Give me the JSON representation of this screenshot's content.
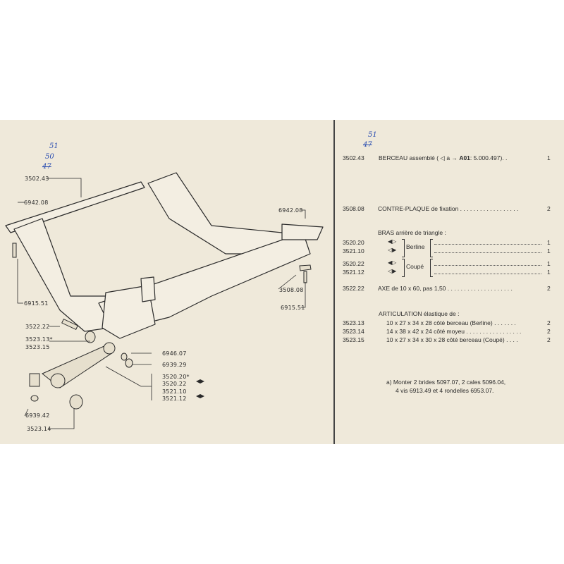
{
  "diagram": {
    "labels": {
      "l3502_43": "3502.43",
      "l6942_08a": "6942.08",
      "l6915_51a": "6915.51",
      "l3522_22": "3522.22",
      "l3523_13": "3523.13*",
      "l3523_15": "3523.15",
      "l6939_42": "6939.42",
      "l3523_14": "3523.14",
      "l6942_08b": "6942.08",
      "l3508_08": "3508.08",
      "l6915_51b": "6915.51",
      "l6946_07": "6946.07",
      "l6939_29": "6939.29",
      "l3520_20": "3520.20*",
      "l3520_22": "3520.22",
      "l3521_10": "3521.10",
      "l3521_12": "3521.12"
    },
    "handwritten": {
      "top": "51",
      "mid": "50",
      "crossed": "47"
    }
  },
  "parts": {
    "berceau": {
      "ref": "3502.43",
      "handwritten": "51",
      "crossed": "47",
      "desc": "BERCEAU assemblé (",
      "variant": "a",
      "model": "A01",
      "serial": ": 5.000.497). .",
      "qty": "1"
    },
    "contre_plaque": {
      "ref": "3508.08",
      "desc": "CONTRE-PLAQUE de fixation . . . . . . . . . . . . . . . . . .",
      "qty": "2"
    },
    "bras": {
      "title": "BRAS arrière de triangle :",
      "berline": "Berline",
      "coupe": "Coupé",
      "rows": [
        {
          "ref": "3520.20",
          "qty": "1"
        },
        {
          "ref": "3521.10",
          "qty": "1"
        },
        {
          "ref": "3520.22",
          "qty": "1"
        },
        {
          "ref": "3521.12",
          "qty": "1"
        }
      ]
    },
    "axe": {
      "ref": "3522.22",
      "desc": "AXE de 10 x 60, pas 1,50 . . . . . . . . . . . . . . . . . . . .",
      "qty": "2"
    },
    "articulation": {
      "title": "ARTICULATION élastique de :",
      "rows": [
        {
          "ref": "3523.13",
          "desc": "10 x 27 x 34 x 28 côté berceau (Berline) . . . . . . .",
          "qty": "2"
        },
        {
          "ref": "3523.14",
          "desc": "14 x 38 x 42 x 24 côté moyeu . . . . . . . . . . . . . . . . .",
          "qty": "2"
        },
        {
          "ref": "3523.15",
          "desc": "10 x 27 x 34 x 30 x 28 côté berceau (Coupé) . . . .",
          "qty": "2"
        }
      ]
    },
    "note": {
      "line1": "a) Monter 2 brides 5097.07, 2 cales 5096.04,",
      "line2": "4 vis 6913.49 et 4 rondelles 6953.07."
    }
  }
}
